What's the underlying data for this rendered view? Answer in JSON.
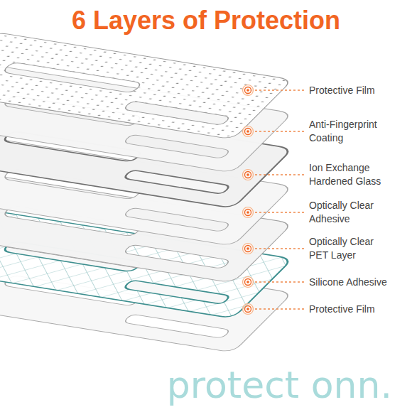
{
  "diagram": {
    "title": "6 Layers of Protection",
    "labels": [
      "Protective Film",
      "Anti-Fingerprint Coating",
      "Ion Exchange Hardened Glass",
      "Optically Clear Adhesive",
      "Optically Clear PET Layer",
      "Silicone Adhesive",
      "Protective Film",
      "protect onn."
    ]
  }
}
